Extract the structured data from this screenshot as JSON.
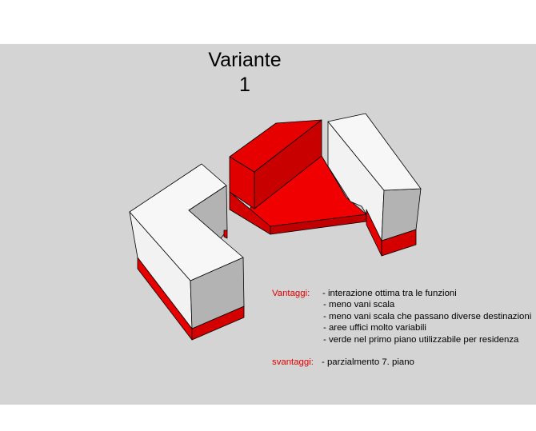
{
  "title": {
    "line1": "Variante",
    "line2": "1"
  },
  "colors": {
    "background": "#d4d4d4",
    "accent": "#e00000",
    "white_volume": "#f4f4f4",
    "grey_face": "#b3b3b3"
  },
  "vantaggi": {
    "label": "Vantaggi:",
    "items": [
      "- interazione ottima tra le funzioni",
      "- meno vani scala",
      "- meno vani scala che passano diverse destinazioni",
      "- aree uffici molto variabili",
      "- verde nel primo piano utilizzabile per residenza"
    ]
  },
  "svantaggi": {
    "label": "svantaggi:",
    "items": [
      "- parzialmento 7. piano"
    ]
  }
}
